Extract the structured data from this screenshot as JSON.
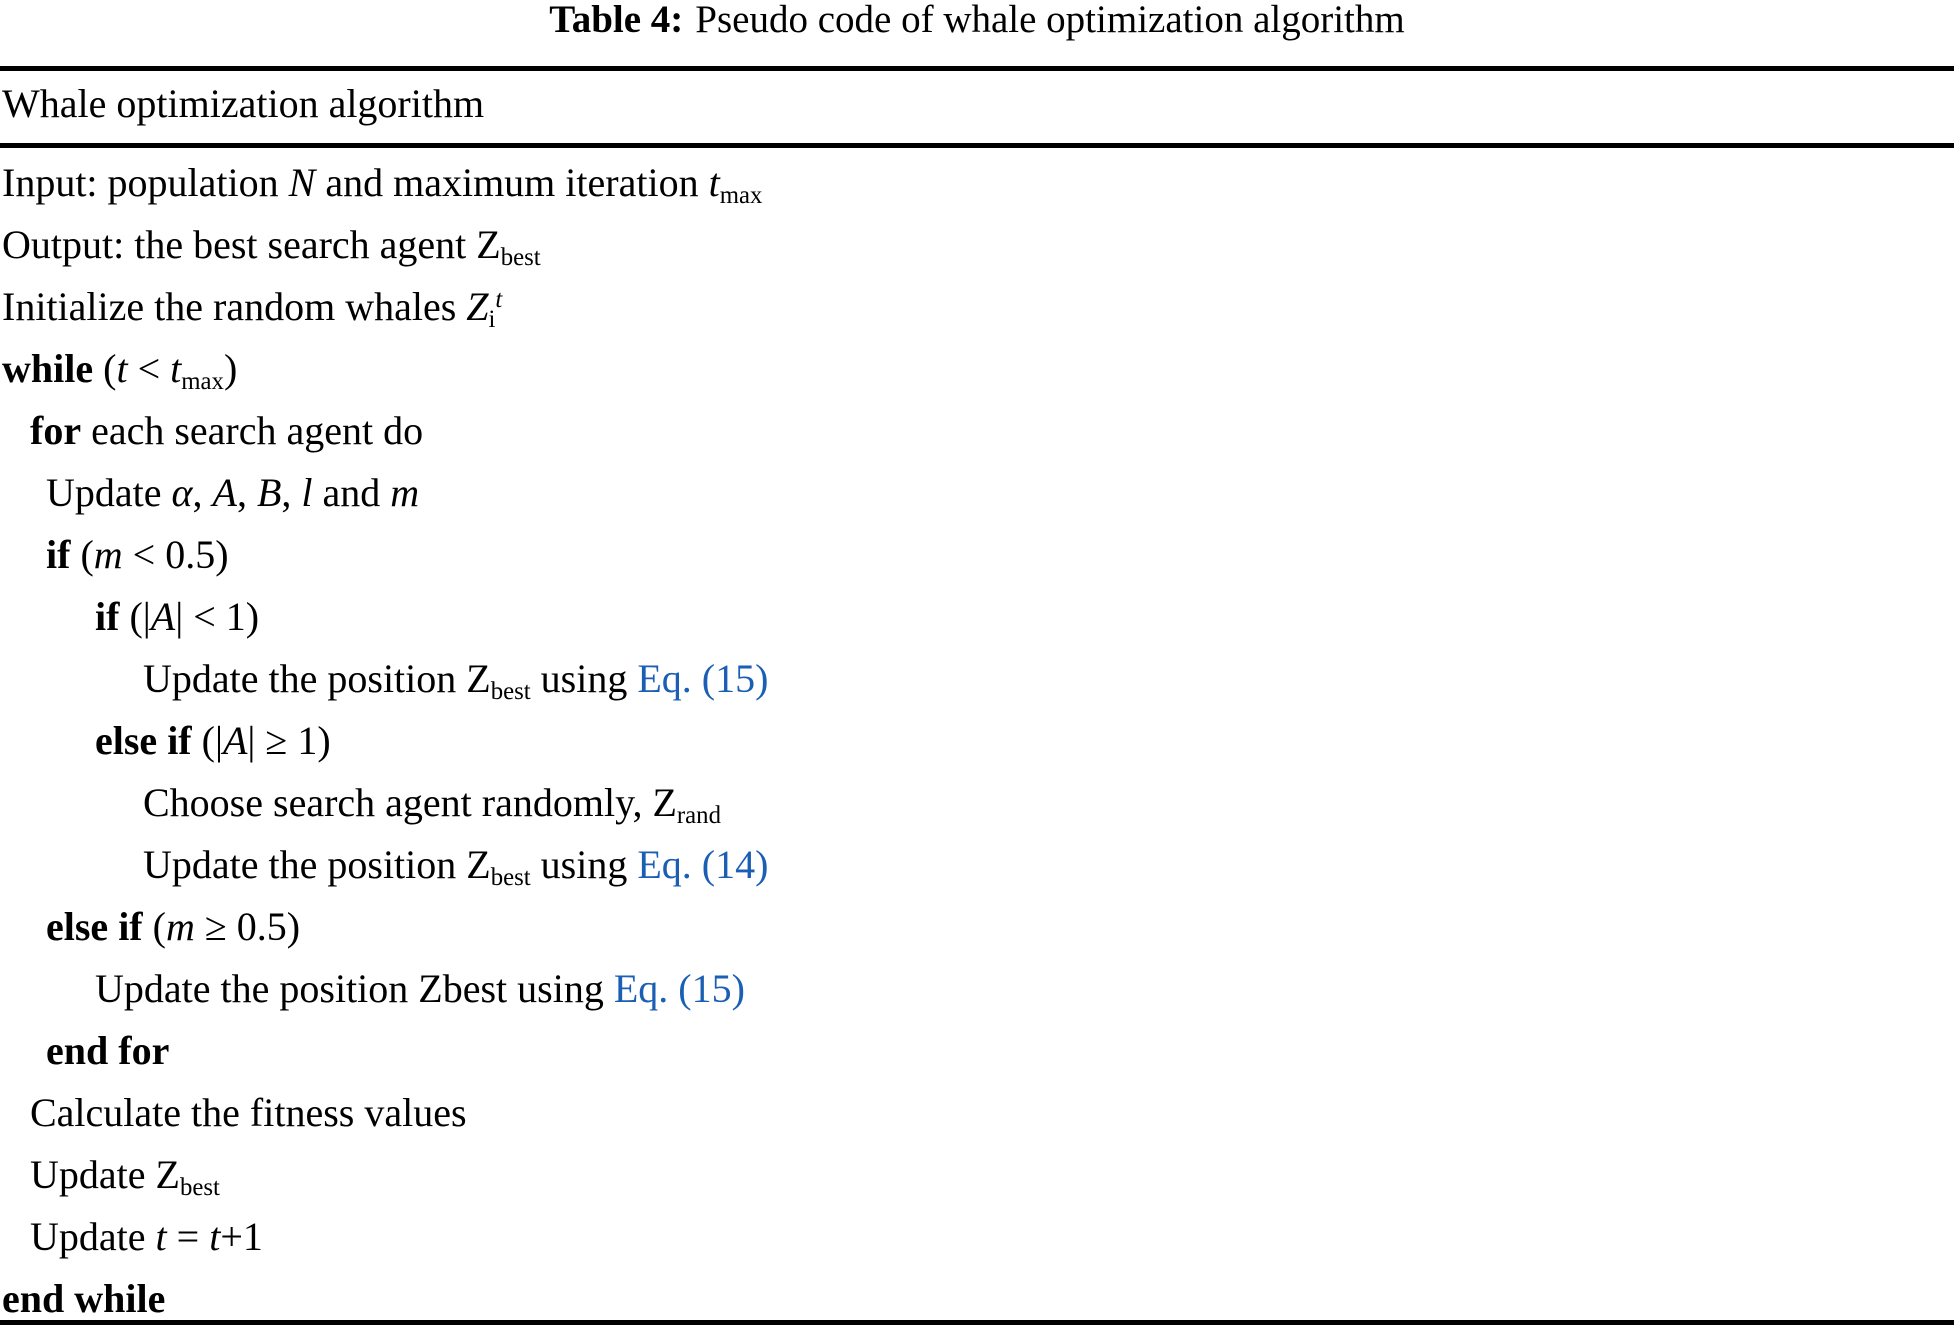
{
  "caption": {
    "label": "Table 4:",
    "text": "Pseudo code of whale optimization algorithm"
  },
  "header": {
    "title": "Whale optimization algorithm"
  },
  "colors": {
    "text": "#000000",
    "equation_link": "#1a5fb4",
    "rule": "#000000",
    "background": "#ffffff"
  },
  "pseudocode": {
    "lines": [
      {
        "id": "input",
        "indent": 0,
        "plain": "Input: population N and maximum iteration tmax",
        "parts": [
          {
            "t": "Input: population ",
            "s": "normal"
          },
          {
            "t": "N",
            "s": "italic"
          },
          {
            "t": " and maximum iteration ",
            "s": "normal"
          },
          {
            "t": "t",
            "s": "italic"
          },
          {
            "t": "max",
            "s": "sub"
          }
        ]
      },
      {
        "id": "output",
        "indent": 0,
        "plain": "Output: the best search agent Zbest",
        "parts": [
          {
            "t": "Output: the best search agent ",
            "s": "normal"
          },
          {
            "t": "Z",
            "s": "normal"
          },
          {
            "t": "best",
            "s": "sub"
          }
        ]
      },
      {
        "id": "initialize",
        "indent": 0,
        "plain": "Initialize the random whales Zi^t",
        "parts": [
          {
            "t": "Initialize the random whales ",
            "s": "normal"
          },
          {
            "t": "Z",
            "s": "italic"
          },
          {
            "t": "i",
            "s": "subsup",
            "sub": "i",
            "sup": "t"
          }
        ]
      },
      {
        "id": "while-open",
        "indent": 0,
        "plain": "while (t < tmax)",
        "parts": [
          {
            "t": "while",
            "s": "keyword"
          },
          {
            "t": " (",
            "s": "normal"
          },
          {
            "t": "t",
            "s": "italic"
          },
          {
            "t": " < ",
            "s": "normal"
          },
          {
            "t": "t",
            "s": "italic"
          },
          {
            "t": "max",
            "s": "sub"
          },
          {
            "t": ")",
            "s": "normal"
          }
        ]
      },
      {
        "id": "for-each",
        "indent": 1,
        "plain": "for each search agent do",
        "parts": [
          {
            "t": "for",
            "s": "keyword"
          },
          {
            "t": " each search agent do",
            "s": "normal"
          }
        ]
      },
      {
        "id": "update-params",
        "indent": 2,
        "plain": "Update α, A, B, l and m",
        "parts": [
          {
            "t": "Update ",
            "s": "normal"
          },
          {
            "t": "α",
            "s": "italic"
          },
          {
            "t": ", ",
            "s": "normal"
          },
          {
            "t": "A",
            "s": "italic"
          },
          {
            "t": ", ",
            "s": "normal"
          },
          {
            "t": "B",
            "s": "italic"
          },
          {
            "t": ", ",
            "s": "normal"
          },
          {
            "t": "l",
            "s": "italic"
          },
          {
            "t": " and ",
            "s": "normal"
          },
          {
            "t": "m",
            "s": "italic"
          }
        ]
      },
      {
        "id": "if-m-lt",
        "indent": 2,
        "plain": "if (m < 0.5)",
        "parts": [
          {
            "t": "if",
            "s": "keyword"
          },
          {
            "t": " (",
            "s": "normal"
          },
          {
            "t": "m",
            "s": "italic"
          },
          {
            "t": " < 0.5)",
            "s": "normal"
          }
        ]
      },
      {
        "id": "if-absA-lt",
        "indent": 3,
        "plain": "if (|A| < 1)",
        "parts": [
          {
            "t": "if",
            "s": "keyword"
          },
          {
            "t": " (|",
            "s": "normal"
          },
          {
            "t": "A",
            "s": "italic"
          },
          {
            "t": "| < 1)",
            "s": "normal"
          }
        ]
      },
      {
        "id": "update-pos-15a",
        "indent": 4,
        "plain": "Update the position Zbest using Eq. (15)",
        "parts": [
          {
            "t": "Update the position ",
            "s": "normal"
          },
          {
            "t": "Z",
            "s": "normal"
          },
          {
            "t": "best",
            "s": "sub"
          },
          {
            "t": " using ",
            "s": "normal"
          },
          {
            "t": "Eq. (15)",
            "s": "link"
          }
        ]
      },
      {
        "id": "else-if-absA-ge",
        "indent": 3,
        "plain": "else if (|A| ≥ 1)",
        "parts": [
          {
            "t": "else if",
            "s": "keyword"
          },
          {
            "t": " (|",
            "s": "normal"
          },
          {
            "t": "A",
            "s": "italic"
          },
          {
            "t": "| ≥ 1)",
            "s": "normal"
          }
        ]
      },
      {
        "id": "choose-rand",
        "indent": 4,
        "plain": "Choose search agent randomly, Zrand",
        "parts": [
          {
            "t": "Choose search agent randomly, ",
            "s": "normal"
          },
          {
            "t": "Z",
            "s": "normal"
          },
          {
            "t": "rand",
            "s": "sub"
          }
        ]
      },
      {
        "id": "update-pos-14",
        "indent": 4,
        "plain": "Update the position Zbest using Eq. (14)",
        "parts": [
          {
            "t": "Update the position ",
            "s": "normal"
          },
          {
            "t": "Z",
            "s": "normal"
          },
          {
            "t": "best",
            "s": "sub"
          },
          {
            "t": " using ",
            "s": "normal"
          },
          {
            "t": "Eq. (14)",
            "s": "link"
          }
        ]
      },
      {
        "id": "else-if-m-ge",
        "indent": 2,
        "plain": "else if (m ≥ 0.5)",
        "parts": [
          {
            "t": "else if",
            "s": "keyword"
          },
          {
            "t": " (",
            "s": "normal"
          },
          {
            "t": "m",
            "s": "italic"
          },
          {
            "t": " ≥ 0.5)",
            "s": "normal"
          }
        ]
      },
      {
        "id": "update-pos-15b",
        "indent": 3,
        "plain": "Update the position Zbest using Eq. (15)",
        "parts": [
          {
            "t": "Update the position Zbest using ",
            "s": "normal"
          },
          {
            "t": "Eq. (15)",
            "s": "link"
          }
        ]
      },
      {
        "id": "end-for",
        "indent": 2,
        "plain": "end for",
        "parts": [
          {
            "t": "end for",
            "s": "keyword"
          }
        ]
      },
      {
        "id": "calc-fitness",
        "indent": 1,
        "plain": "Calculate the fitness values",
        "parts": [
          {
            "t": "Calculate the fitness values",
            "s": "normal"
          }
        ]
      },
      {
        "id": "update-zbest",
        "indent": 1,
        "plain": "Update Zbest",
        "parts": [
          {
            "t": "Update ",
            "s": "normal"
          },
          {
            "t": "Z",
            "s": "normal"
          },
          {
            "t": "best",
            "s": "sub"
          }
        ]
      },
      {
        "id": "update-t",
        "indent": 1,
        "plain": "Update t = t+1",
        "parts": [
          {
            "t": "Update ",
            "s": "normal"
          },
          {
            "t": "t",
            "s": "italic"
          },
          {
            "t": " = ",
            "s": "normal"
          },
          {
            "t": "t",
            "s": "italic"
          },
          {
            "t": "+1",
            "s": "normal"
          }
        ]
      },
      {
        "id": "end-while",
        "indent": 0,
        "plain": "end while",
        "parts": [
          {
            "t": "end while",
            "s": "keyword"
          }
        ]
      }
    ]
  }
}
